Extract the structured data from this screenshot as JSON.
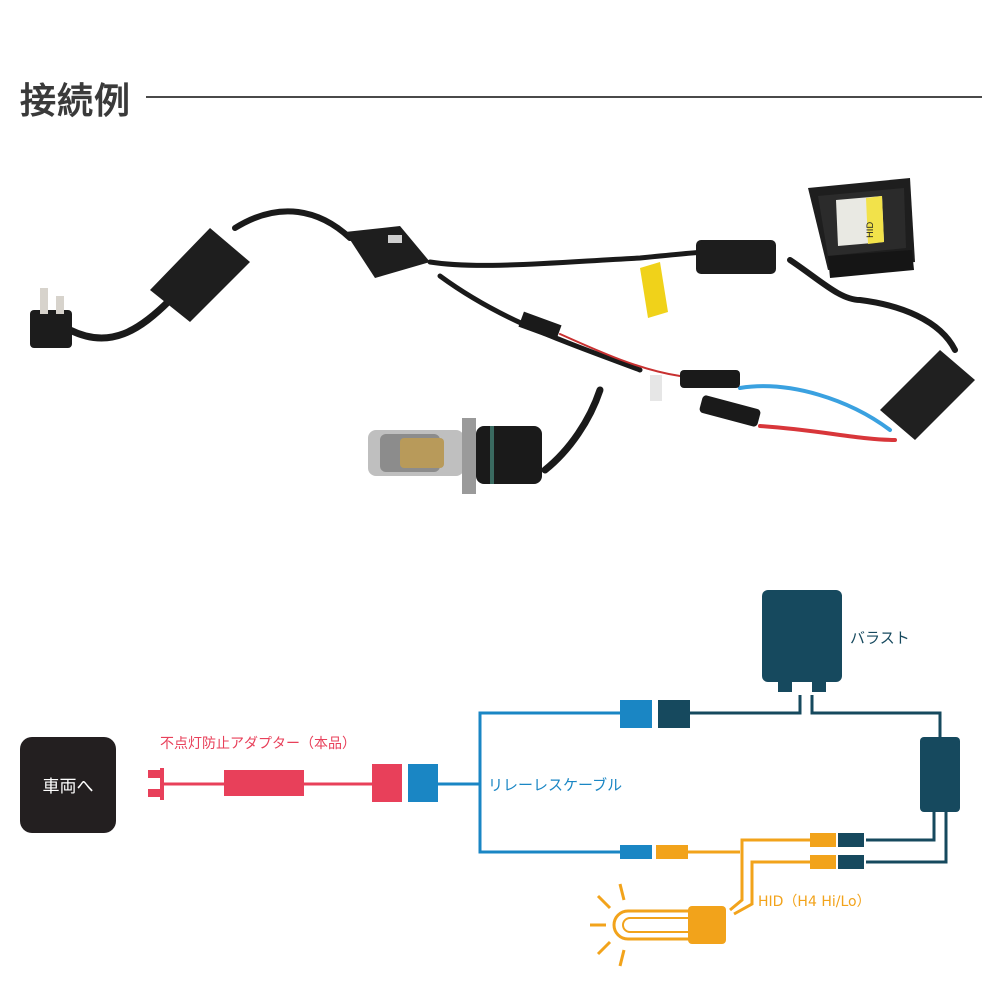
{
  "header": {
    "title": "接続例"
  },
  "diagram": {
    "to_vehicle": "車両へ",
    "adapter_label": "不点灯防止アダプター（本品）",
    "relay_cable_label": "リレーレスケーブル",
    "ballast_label": "バラスト",
    "hid_label": "HID（H4 Hi/Lo）",
    "ballast_sticker_text": "HID"
  },
  "colors": {
    "adapter": "#e8405a",
    "relay_cable": "#1a86c4",
    "ballast": "#16495e",
    "hid": "#f2a31b",
    "vehicle_box": "#231f20"
  }
}
